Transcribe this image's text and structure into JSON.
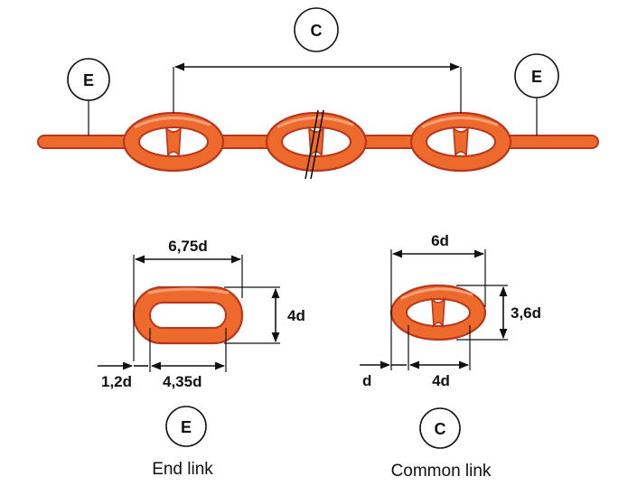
{
  "chain_overview": {
    "labels": {
      "length": "C",
      "left_end": "E",
      "right_end": "E"
    }
  },
  "end_link": {
    "width": "6,75d",
    "height": "4d",
    "thickness": "1,2d",
    "inner_length": "4,35d",
    "marker": "E",
    "caption": "End link"
  },
  "common_link": {
    "width": "6d",
    "height": "3,6d",
    "thickness": "d",
    "inner_length": "4d",
    "marker": "C",
    "caption": "Common link"
  },
  "colors": {
    "chain_fill": "#ee6a2c",
    "chain_outline": "#b8361b",
    "line": "#111111"
  }
}
